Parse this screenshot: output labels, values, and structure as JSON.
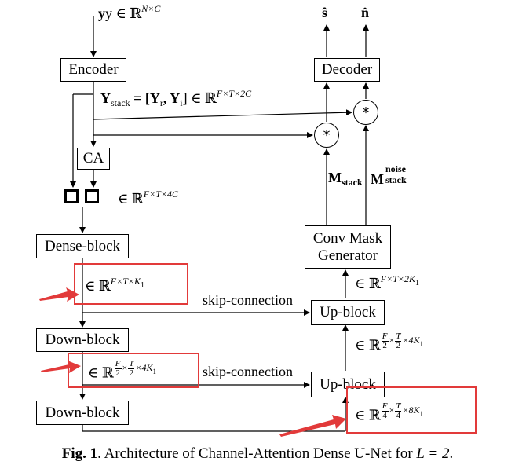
{
  "input": {
    "label": "y ∈ ℝ",
    "sup": "N×C"
  },
  "outputs": {
    "s_hat": "ŝ",
    "n_hat": "n̂"
  },
  "blocks": {
    "encoder": "Encoder",
    "decoder": "Decoder",
    "ca": "CA",
    "dense_block": "Dense-block",
    "down_block_1": "Down-block",
    "down_block_2": "Down-block",
    "up_block_1": "Up-block",
    "up_block_2": "Up-block",
    "conv_mask_line1": "Conv Mask",
    "conv_mask_line2": "Generator"
  },
  "labels": {
    "ystack_prefix": "Y",
    "ystack_sub": "stack",
    "ystack_eq": " = [Y",
    "ystack_r": "r",
    "ystack_mid": ", Y",
    "ystack_i": "i",
    "ystack_end": "] ∈ ℝ",
    "ystack_sup": "F×T×2C",
    "ca_out": "∈ ℝ",
    "ca_out_sup": "F×T×4C",
    "dense_out": "∈ ℝ",
    "dense_out_sup": "F×T×K",
    "dense_out_sub": "1",
    "down1_out": "∈ ℝ",
    "down1_sup_tail": "×4K",
    "down1_sub": "1",
    "down2_out": "∈ ℝ",
    "down2_sup_tail": "×8K",
    "down2_sub": "1",
    "up1_in": "∈ ℝ",
    "up1_sup_tail": "×4K",
    "up1_sub": "1",
    "conv_in": "∈ ℝ",
    "conv_in_sup": "F×T×2K",
    "conv_in_sub": "1",
    "skip_1": "skip-connection",
    "skip_2": "skip-connection",
    "mask_stack": "M",
    "mask_stack_sub": "stack",
    "mask_noise": "M",
    "mask_noise_sup": "noise",
    "mask_noise_sub": "stack",
    "mult": "*",
    "frac_F": "F",
    "frac_T": "T",
    "frac_2": "2",
    "frac_4": "4",
    "times": "×"
  },
  "caption": {
    "prefix": "Fig. 1",
    "text": ". Architecture of Channel-Attention Dense U-Net for ",
    "math": "L = 2",
    "end": "."
  },
  "colors": {
    "highlight": "#e23a3a",
    "line": "#000000"
  }
}
